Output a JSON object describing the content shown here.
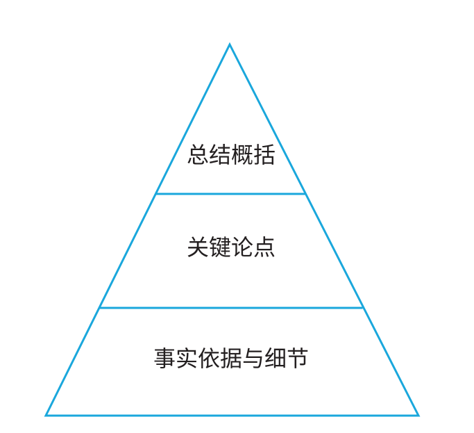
{
  "pyramid": {
    "line_color": "#1aa7dc",
    "text_color": "#231f20",
    "tiers": [
      {
        "label": "总结概括"
      },
      {
        "label": "关键论点"
      },
      {
        "label": "事实依据与细节"
      }
    ]
  }
}
